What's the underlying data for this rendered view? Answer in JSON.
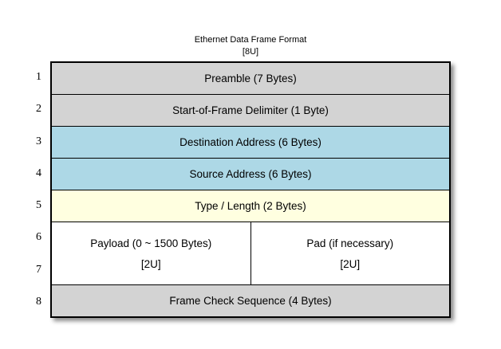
{
  "title": {
    "line1": "Ethernet Data Frame Format",
    "line2": "[8U]"
  },
  "row_numbers": [
    "1",
    "2",
    "3",
    "4",
    "5",
    "6",
    "7",
    "8"
  ],
  "rows": [
    {
      "label": "Preamble (7 Bytes)",
      "bg": "#d3d3d3"
    },
    {
      "label": "Start-of-Frame Delimiter (1 Byte)",
      "bg": "#d3d3d3"
    },
    {
      "label": "Destination Address (6 Bytes)",
      "bg": "#add8e6"
    },
    {
      "label": "Source Address (6 Bytes)",
      "bg": "#add8e6"
    },
    {
      "label": "Type / Length (2 Bytes)",
      "bg": "#ffffe0"
    },
    {
      "bg": "#ffffff",
      "cells": [
        {
          "line1": "Payload (0 ~ 1500 Bytes)",
          "line2": "[2U]"
        },
        {
          "line1": "Pad (if necessary)",
          "line2": "[2U]"
        }
      ]
    },
    {
      "label": "Frame Check Sequence (4 Bytes)",
      "bg": "#d3d3d3"
    }
  ],
  "colors": {
    "cell_gray": "#d3d3d3",
    "cell_blue": "#add8e6",
    "cell_yellow": "#ffffe0",
    "cell_white": "#ffffff",
    "border": "#000000",
    "background": "#ffffff"
  }
}
